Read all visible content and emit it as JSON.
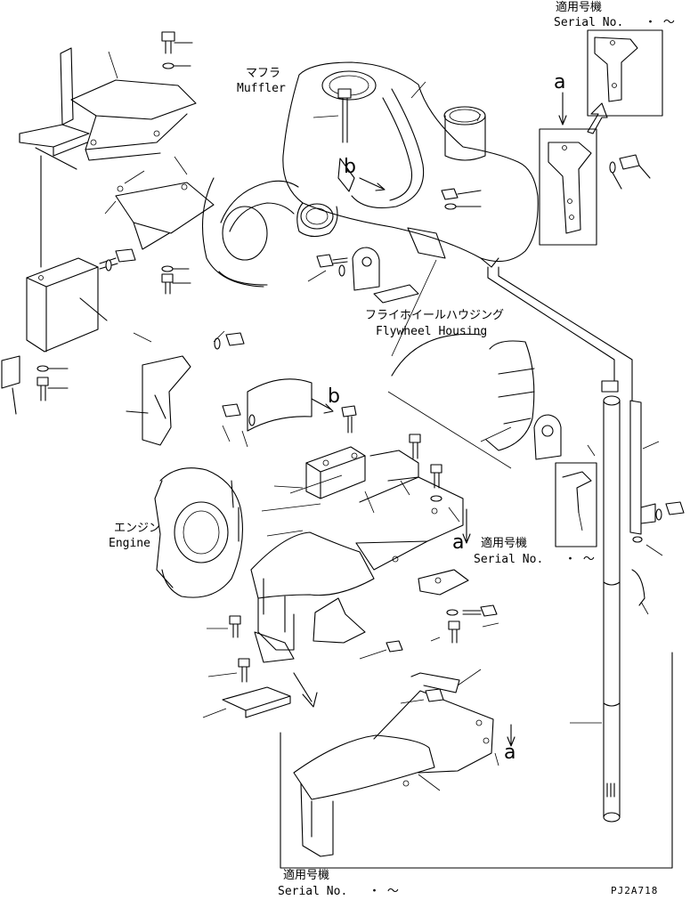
{
  "labels": {
    "muffler_jp": "マフラ",
    "muffler_en": "Muffler",
    "flywheel_jp": "フライホイールハウジング",
    "flywheel_en": "Flywheel Housing",
    "engine_jp": "エンジン",
    "engine_en": "Engine",
    "serial_jp": "適用号機",
    "serial_en": "Serial No.",
    "serial_range": "・ ～",
    "ref_a": "a",
    "ref_b": "b",
    "drawing_code": "PJ2A718"
  }
}
